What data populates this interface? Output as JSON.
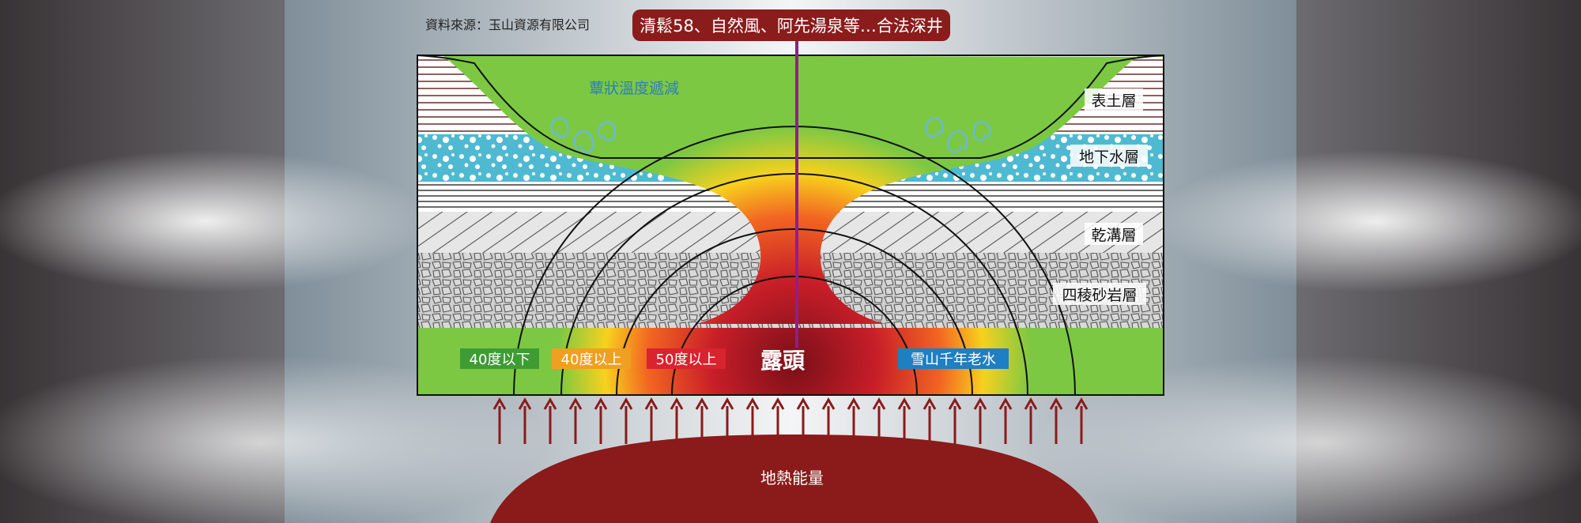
{
  "source": "資料來源：玉山資源有限公司",
  "title": "清鬆58、自然風、阿先湯泉等…合法深井",
  "annotation": "蕈狀溫度遞減",
  "layers": [
    "表土層",
    "地下水層",
    "乾溝層",
    "四稜砂岩層"
  ],
  "zones": [
    {
      "label": "40度以下",
      "color": "#3f9c35"
    },
    {
      "label": "40度以上",
      "color": "#f0a020"
    },
    {
      "label": "50度以上",
      "color": "#d9232e"
    }
  ],
  "outcrop": "露頭",
  "snow_water": "雪山千年老水",
  "heat_source": "地熱能量",
  "colors": {
    "title_bg": "#8b1c1c",
    "heat": "#8b1a1a",
    "groundwater": "#4fb9d2",
    "vegetation": "#7cc843",
    "snow_water_bg": "#1e7fc2",
    "well_line": "#8e1f8c"
  }
}
